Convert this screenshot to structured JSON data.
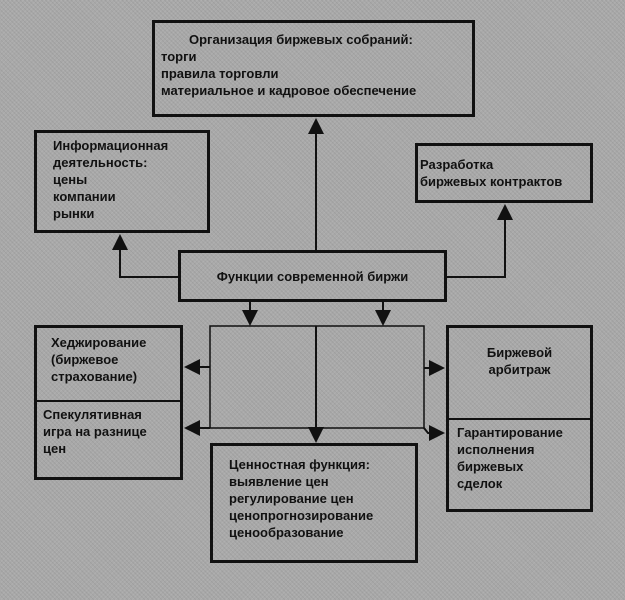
{
  "organization": {
    "title": "Организация биржевых собраний:",
    "items": [
      "торги",
      "правила торговли",
      "материальное и кадровое обеспечение"
    ]
  },
  "information": {
    "title": "Информационная деятельность:",
    "lines": [
      "Информационная",
      "деятельность:"
    ],
    "items": [
      "цены",
      "компании",
      "рынки"
    ]
  },
  "contracts": {
    "lines": [
      "Разработка",
      "биржевых контрактов"
    ]
  },
  "functions": {
    "title": "Функции современной биржи"
  },
  "hedging": {
    "lines": [
      "Хеджирование",
      "(биржевое",
      "страхование)"
    ]
  },
  "speculation": {
    "lines": [
      "Спекулятивная",
      "игра на разнице",
      "цен"
    ]
  },
  "arbitrage": {
    "lines": [
      "Биржевой",
      "арбитраж"
    ]
  },
  "guarantee": {
    "lines": [
      "Гарантирование",
      "исполнения",
      "биржевых",
      "сделок"
    ]
  },
  "value": {
    "title": "Ценностная функция:",
    "items": [
      "выявление цен",
      "регулирование цен",
      "ценопрогнозирование",
      "ценообразование"
    ]
  }
}
